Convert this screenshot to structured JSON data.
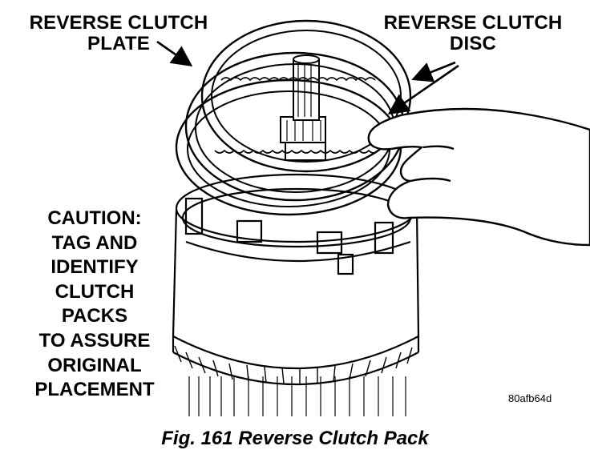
{
  "labels": {
    "reverse_clutch_plate": [
      "REVERSE CLUTCH",
      "PLATE"
    ],
    "reverse_clutch_disc": [
      "REVERSE CLUTCH",
      "DISC"
    ]
  },
  "caution": [
    "CAUTION:",
    "TAG AND",
    "IDENTIFY",
    "CLUTCH",
    "PACKS",
    "TO ASSURE",
    "ORIGINAL",
    "PLACEMENT"
  ],
  "image_code": "80afb64d",
  "caption": "Fig. 161 Reverse Clutch Pack",
  "colors": {
    "ink": "#000000",
    "paper": "#ffffff"
  }
}
